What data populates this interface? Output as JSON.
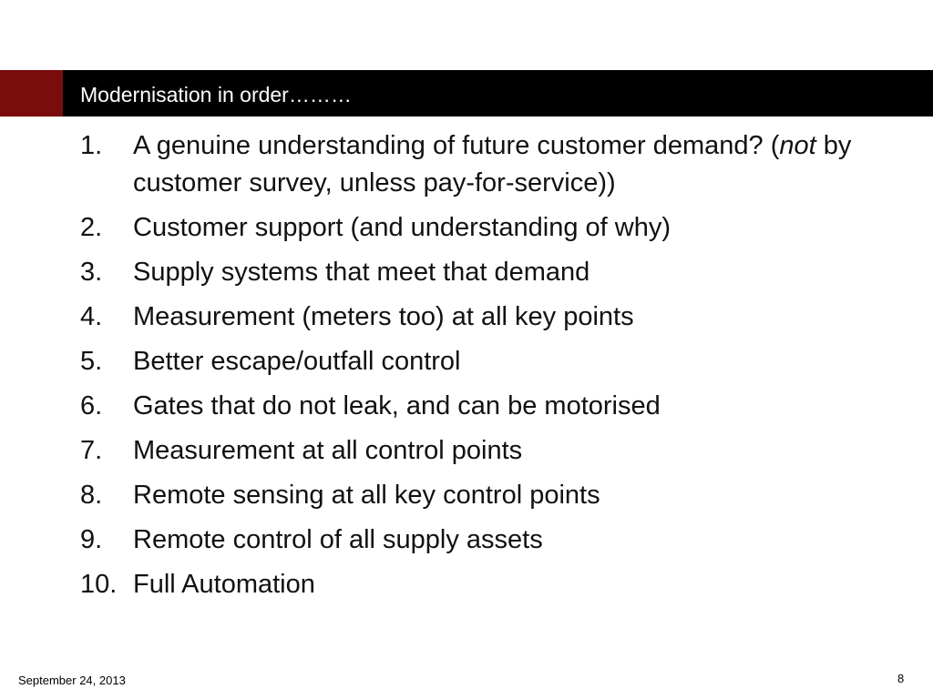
{
  "title": "Modernisation in order………",
  "colors": {
    "accent": "#7b0c0c",
    "title_bar": "#000000"
  },
  "items": [
    {
      "number": "1.",
      "text_before": "A genuine understanding of future customer demand? (",
      "emphasis": "not",
      "text_after": " by customer survey, unless pay-for-service))"
    },
    {
      "number": "2.",
      "text": "Customer support (and understanding of why)"
    },
    {
      "number": "3.",
      "text": "Supply systems that meet that demand"
    },
    {
      "number": "4.",
      "text": "Measurement (meters too) at all key points"
    },
    {
      "number": "5.",
      "text": "Better escape/outfall control"
    },
    {
      "number": "6.",
      "text": "Gates that do not leak, and can be motorised"
    },
    {
      "number": "7.",
      "text": "Measurement at all control points"
    },
    {
      "number": "8.",
      "text": "Remote sensing at all key control points"
    },
    {
      "number": "9.",
      "text": "Remote control of all supply assets"
    },
    {
      "number": "10.",
      "text": "Full Automation"
    }
  ],
  "footer": {
    "date": "September 24, 2013",
    "page_number": "8"
  }
}
